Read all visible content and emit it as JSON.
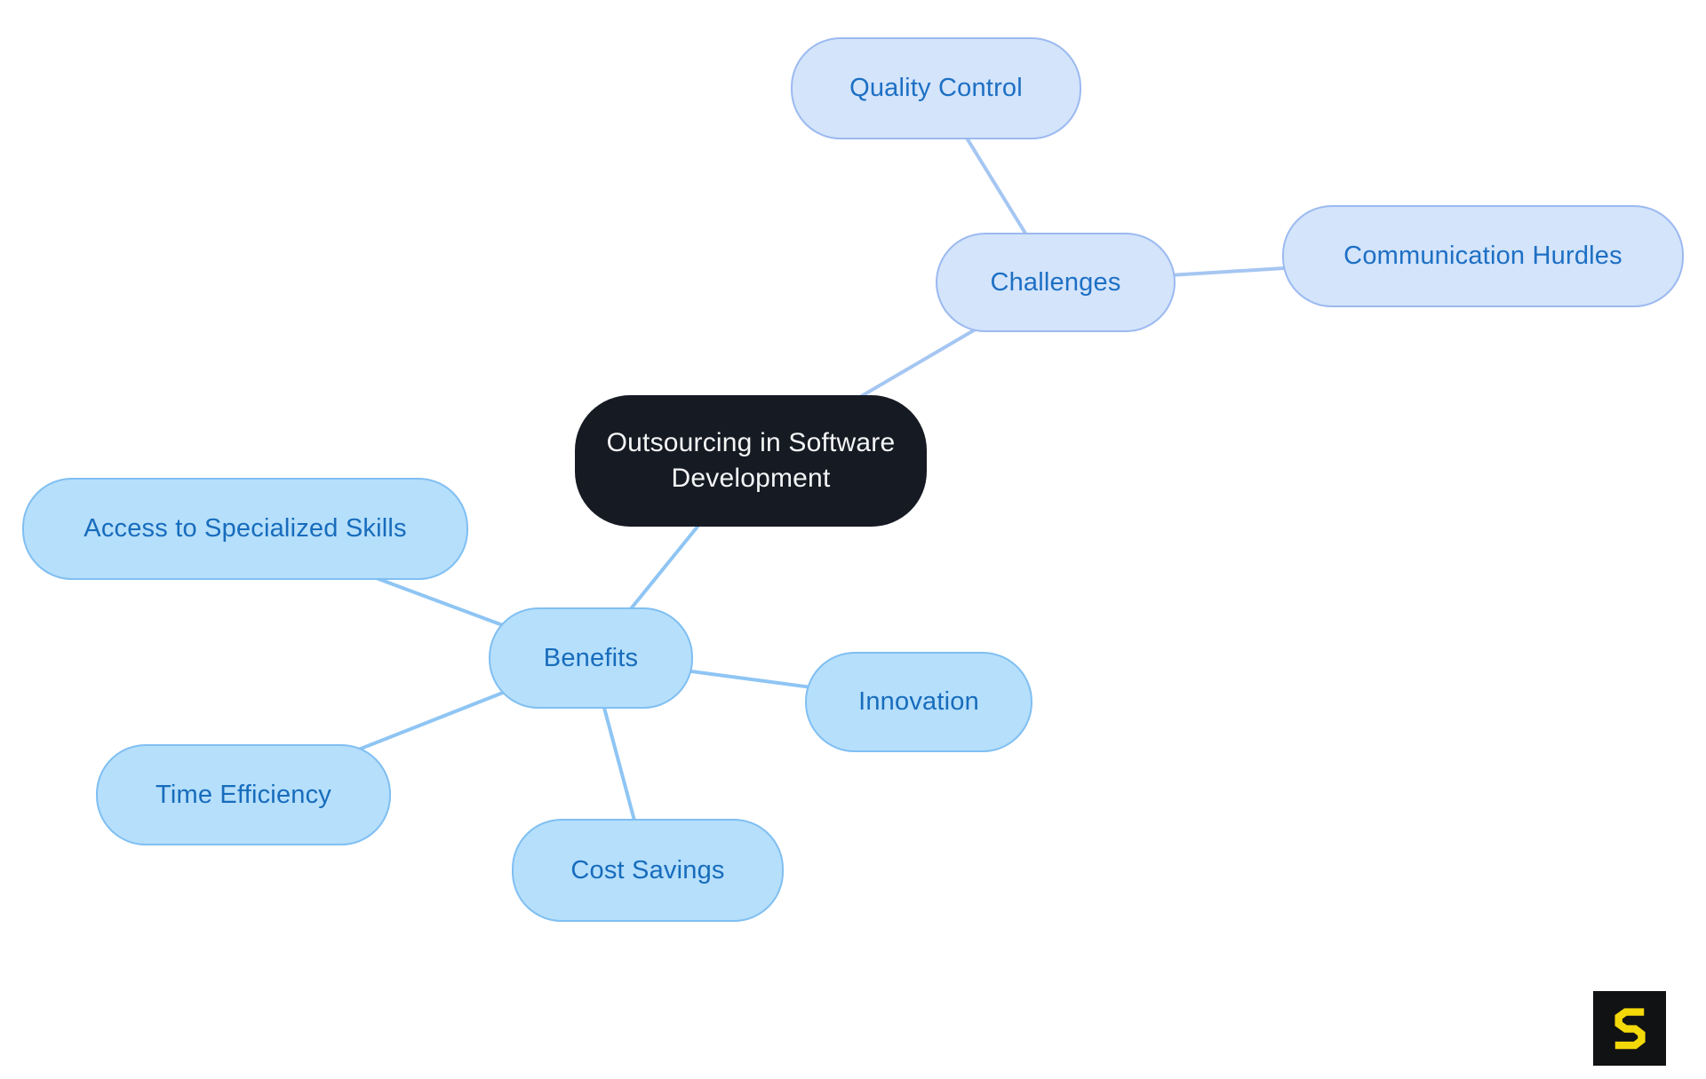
{
  "mindmap": {
    "root": {
      "label": "Outsourcing in Software Development"
    },
    "branches": [
      {
        "label": "Challenges",
        "children": [
          {
            "label": "Quality Control"
          },
          {
            "label": "Communication Hurdles"
          }
        ]
      },
      {
        "label": "Benefits",
        "children": [
          {
            "label": "Access to Specialized Skills"
          },
          {
            "label": "Time Efficiency"
          },
          {
            "label": "Cost Savings"
          },
          {
            "label": "Innovation"
          }
        ]
      }
    ]
  },
  "colors": {
    "background": "#ffffff",
    "root_fill": "#161a23",
    "root_text": "#f4f5f6",
    "challenges_fill": "#d3e4fb",
    "challenges_border": "#9cbaf0",
    "challenges_text": "#1d6fc4",
    "challenges_line": "#a5c6f2",
    "benefits_fill": "#b6dffb",
    "benefits_border": "#80bff2",
    "benefits_text": "#176cbc",
    "benefits_line": "#8ec5f4"
  },
  "watermark": {
    "letter": "S",
    "bg": "#111213",
    "fg": "#f4d90a"
  }
}
